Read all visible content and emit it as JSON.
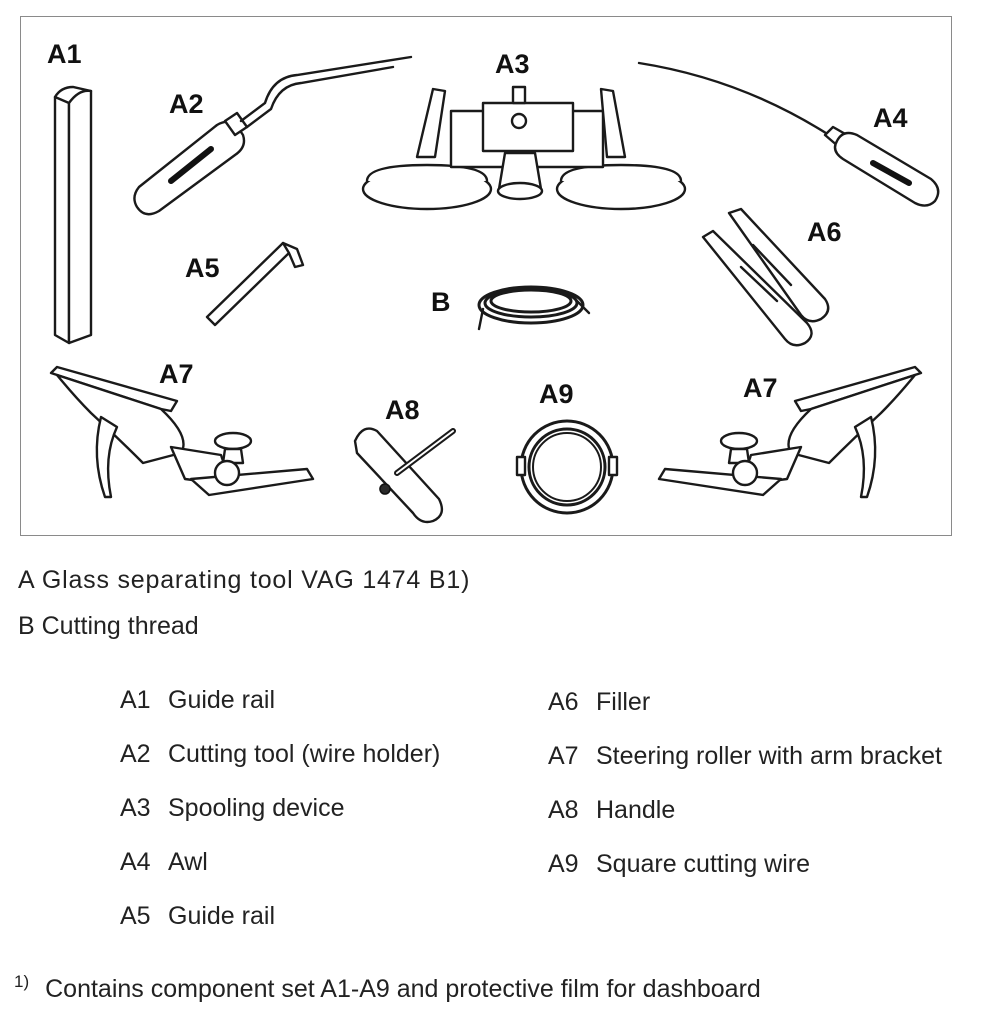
{
  "figure": {
    "labels": {
      "a1": "A1",
      "a2": "A2",
      "a3": "A3",
      "a4": "A4",
      "a5": "A5",
      "a6": "A6",
      "a7_left": "A7",
      "a7_right": "A7",
      "a8": "A8",
      "a9": "A9",
      "b": "B"
    }
  },
  "legend": {
    "a": "A  Glass separating tool VAG 1474 B1)",
    "b": "B Cutting thread"
  },
  "components_left": [
    {
      "code": "A1",
      "label": "Guide rail"
    },
    {
      "code": "A2",
      "label": "Cutting tool (wire holder)"
    },
    {
      "code": "A3",
      "label": "Spooling device"
    },
    {
      "code": "A4",
      "label": "Awl"
    },
    {
      "code": "A5",
      "label": "Guide rail"
    }
  ],
  "components_right": [
    {
      "code": "A6",
      "label": "Filler"
    },
    {
      "code": "A7",
      "label": "Steering roller with arm bracket"
    },
    {
      "code": "A8",
      "label": "Handle"
    },
    {
      "code": "A9",
      "label": "Square cutting wire"
    }
  ],
  "footnote": {
    "marker": "1)",
    "text": "Contains component set A1-A9 and protective film for dashboard"
  }
}
